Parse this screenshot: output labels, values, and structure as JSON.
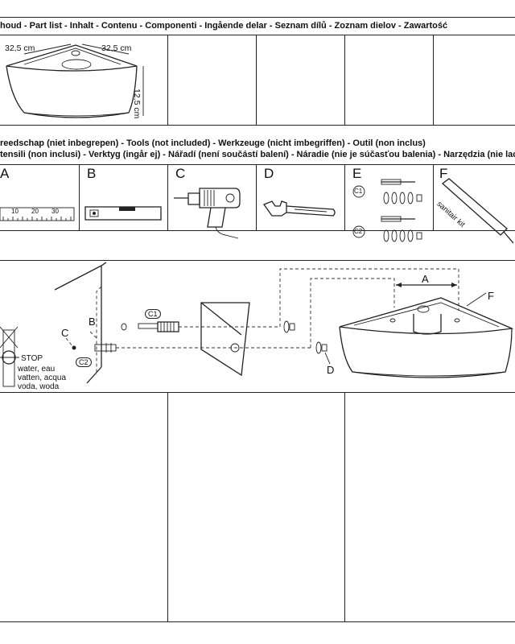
{
  "part_list": {
    "header": "houd - Part list - Inhalt - Contenu - Componenti - Ingående delar - Seznam dílů - Zoznam dielov - Zawartość",
    "dim_width_left": "32,5 cm",
    "dim_width_right": "32,5 cm",
    "dim_height": "12,5 cm"
  },
  "tools": {
    "header_line1": "reedschap (niet inbegrepen) - Tools (not included) -  Werkzeuge (nicht imbegriffen) - Outil (non inclus)",
    "header_line2": "tensili (non inclusi) - Verktyg (ingår ej) - Nářadí (není součástí balení) - Náradie (nie je súčasťou balenia) - Narzędzia (nie laczy",
    "items": [
      {
        "letter": "A",
        "name": "ruler"
      },
      {
        "letter": "B",
        "name": "spirit-level"
      },
      {
        "letter": "C",
        "name": "drill"
      },
      {
        "letter": "D",
        "name": "wrench"
      },
      {
        "letter": "E",
        "name": "fixings"
      },
      {
        "letter": "F",
        "name": "sanitair-kit"
      }
    ],
    "ruler_ticks": [
      "10",
      "20",
      "30"
    ],
    "fixing_c1": "C1",
    "fixing_c2": "C2",
    "sealant_label": "sanitair kit"
  },
  "install": {
    "stop_label": "STOP",
    "water_lines": [
      "water, eau",
      "vatten, acqua",
      "voda, woda"
    ],
    "label_B": "B",
    "label_C": "C",
    "label_C1": "C1",
    "label_C2": "C2",
    "label_A": "A",
    "label_D": "D",
    "label_F": "F"
  }
}
